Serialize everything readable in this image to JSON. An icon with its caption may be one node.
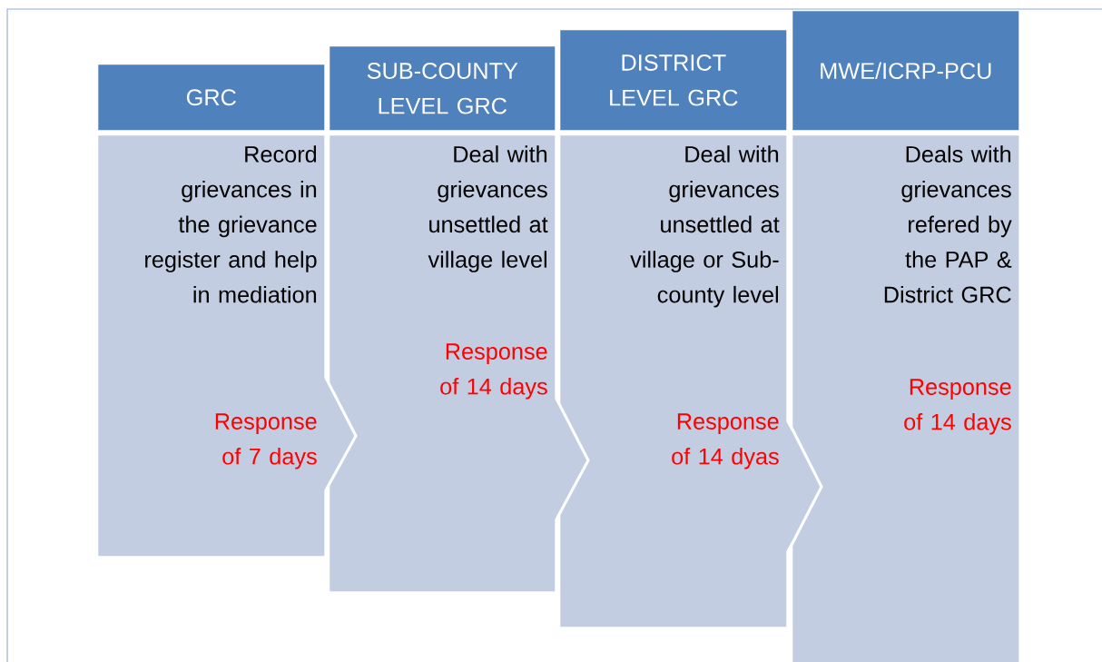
{
  "diagram": {
    "nodes": [
      {
        "text": [
          "GRC"
        ]
      },
      {
        "text": [
          "Record grievances in the grievance register and help in mediation",
          "Response of 7 days"
        ]
      },
      {
        "text": [
          "SUB-COUNTY LEVEL GRC"
        ]
      },
      {
        "text": [
          "Deal with grievances unsettled at village level",
          "Response of 14 days"
        ]
      },
      {
        "text": [
          "DISTRICT LEVEL GRC"
        ]
      },
      {
        "text": [
          "Deal with grievances unsettled at village or Sub-county level",
          "Response of 14 dyas"
        ]
      },
      {
        "text": [
          "MWE/ICRP-PCU"
        ]
      },
      {
        "text": [
          "Deals with grievances refered by the PAP & District GRC",
          "Response of 14 days"
        ]
      }
    ]
  }
}
